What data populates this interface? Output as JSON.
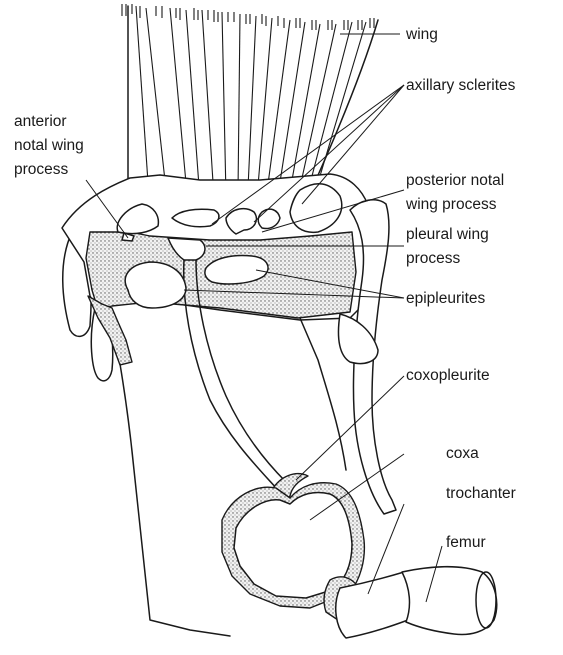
{
  "labels": {
    "wing": "wing",
    "axillary_sclerites": "axillary sclerites",
    "anterior_1": "anterior",
    "anterior_2": "notal wing",
    "anterior_3": "process",
    "posterior_1": "posterior notal",
    "posterior_2": "wing process",
    "pleural_1": "pleural wing",
    "pleural_2": "process",
    "epipleurites": "epipleurites",
    "coxopleurite": "coxopleurite",
    "coxa": "coxa",
    "trochanter": "trochanter",
    "femur": "femur"
  }
}
